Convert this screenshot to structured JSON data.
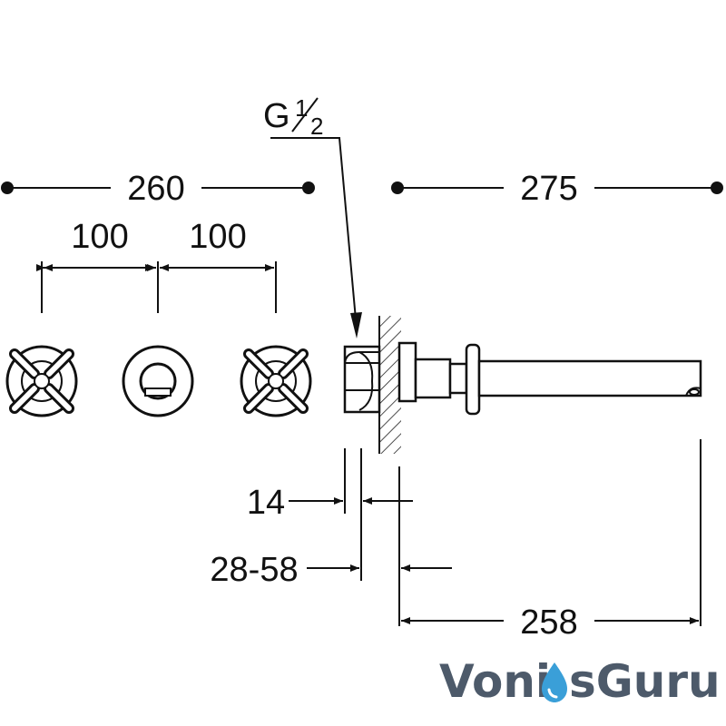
{
  "dimensions": {
    "overall_left": "260",
    "overall_right": "275",
    "spacing_1": "100",
    "spacing_2": "100",
    "thread": "G",
    "thread_frac_num": "1",
    "thread_frac_den": "2",
    "wall_offset": "14",
    "wall_range": "28-58",
    "spout_length": "258"
  },
  "logo": {
    "part1": "Voni",
    "part2": "sGuru"
  },
  "colors": {
    "line": "#111111",
    "logo_text": "#4d5a6a",
    "logo_drop": "#3a9fd8"
  }
}
